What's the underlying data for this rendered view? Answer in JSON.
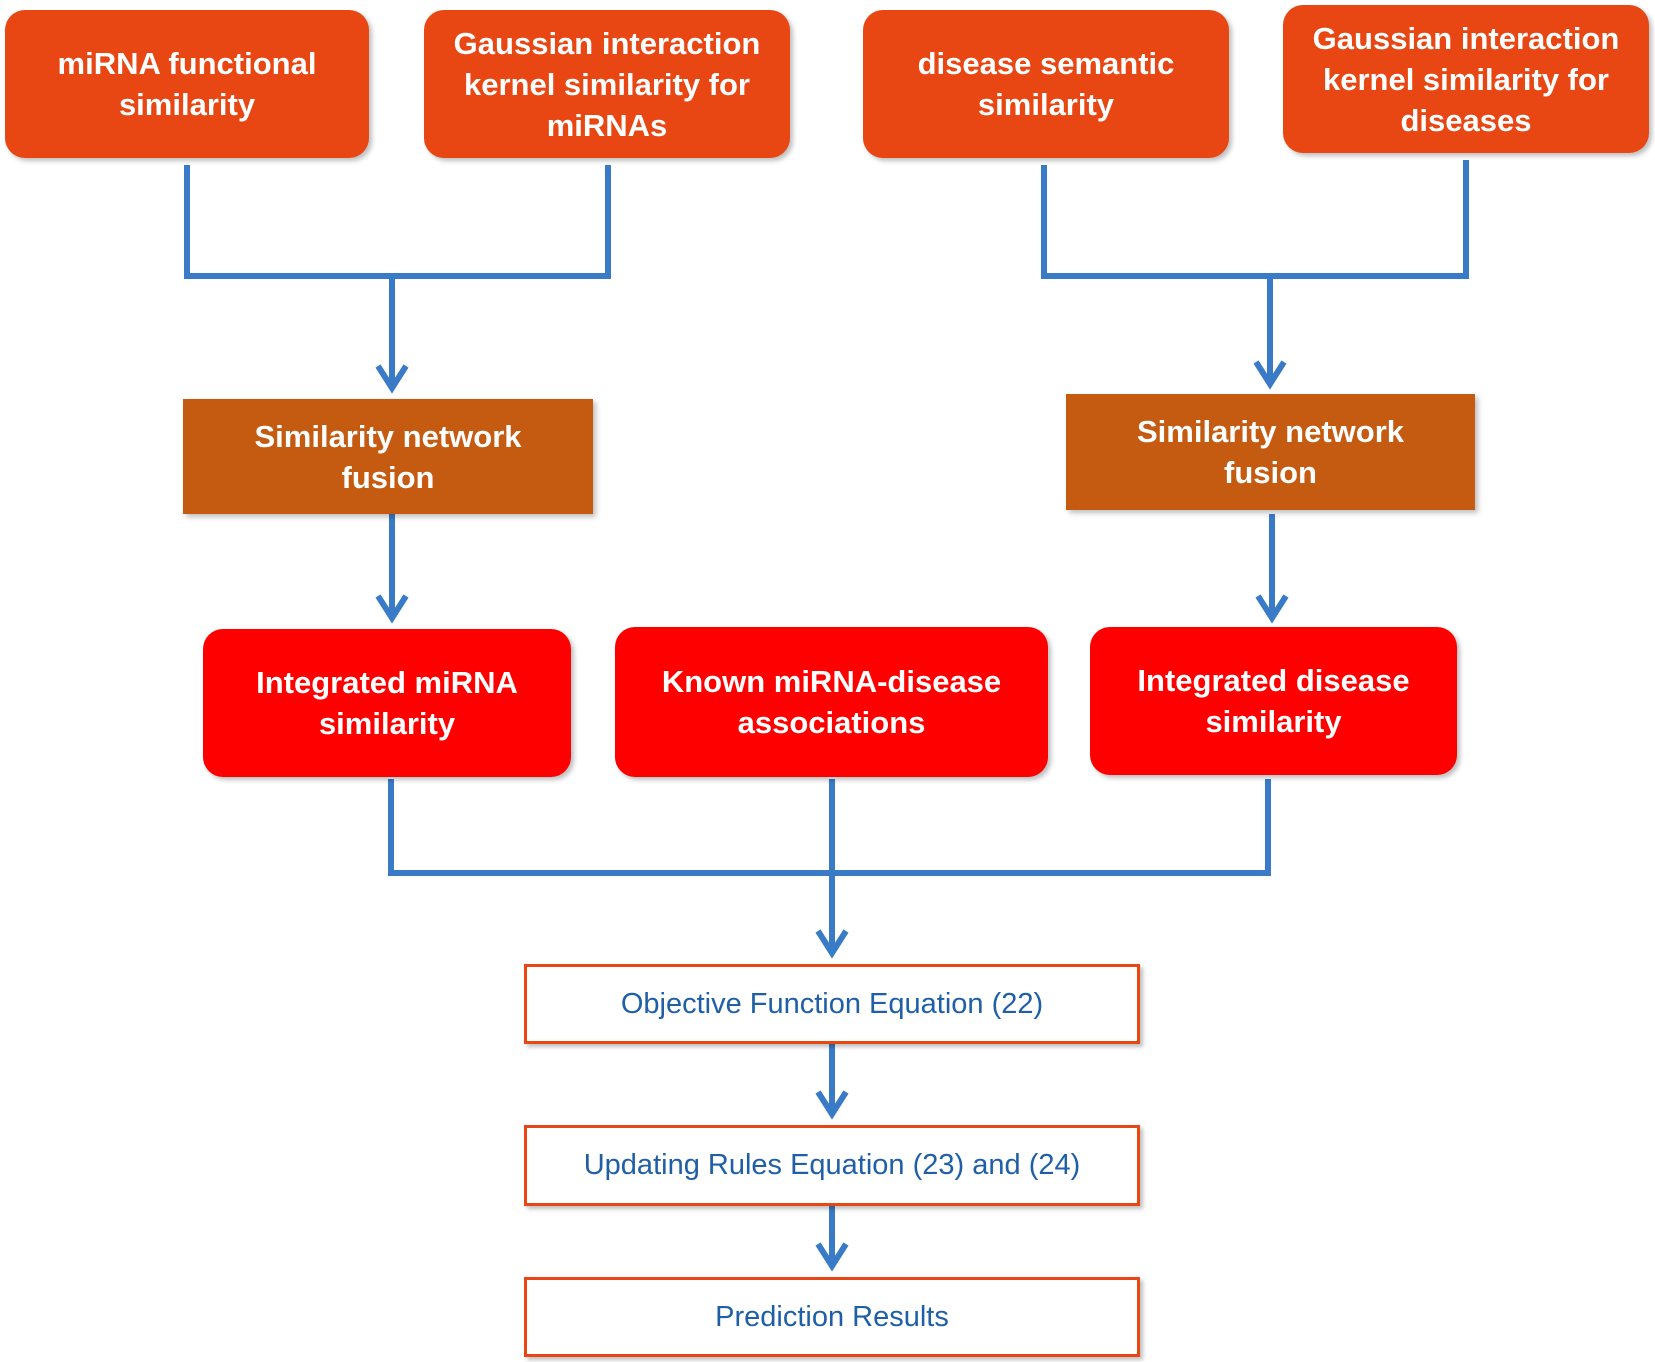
{
  "colors": {
    "top_box": "#E84612",
    "fusion_box": "#C55A11",
    "integrated_box": "#FF0000",
    "output_border": "#E84612",
    "output_text": "#1F5FA8",
    "connector": "#3A7BC8"
  },
  "inputs": {
    "mirna_functional": "miRNA functional\nsimilarity",
    "gaussian_mirna": "Gaussian interaction\nkernel similarity for\nmiRNAs",
    "disease_semantic": "disease semantic\nsimilarity",
    "gaussian_disease": "Gaussian interaction\nkernel similarity for\ndiseases"
  },
  "fusion": {
    "left": "Similarity network\nfusion",
    "right": "Similarity network\nfusion"
  },
  "integrated": {
    "mirna": "Integrated miRNA\nsimilarity",
    "known": "Known miRNA-disease\nassociations",
    "disease": "Integrated disease\nsimilarity"
  },
  "pipeline": {
    "objective": "Objective Function Equation (22)",
    "updating": "Updating Rules Equation (23) and (24)",
    "prediction": "Prediction Results"
  }
}
